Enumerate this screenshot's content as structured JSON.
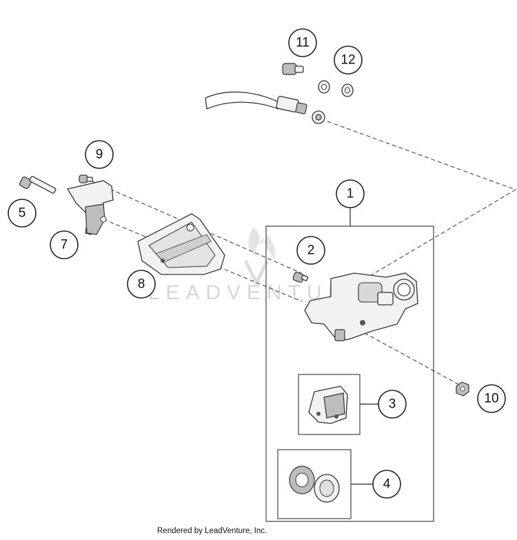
{
  "diagram": {
    "callouts": [
      {
        "id": "callout-1",
        "label": "1"
      },
      {
        "id": "callout-2",
        "label": "2"
      },
      {
        "id": "callout-3",
        "label": "3"
      },
      {
        "id": "callout-4",
        "label": "4"
      },
      {
        "id": "callout-5",
        "label": "5"
      },
      {
        "id": "callout-7",
        "label": "7"
      },
      {
        "id": "callout-8",
        "label": "8"
      },
      {
        "id": "callout-9",
        "label": "9"
      },
      {
        "id": "callout-10",
        "label": "10"
      },
      {
        "id": "callout-11",
        "label": "11"
      },
      {
        "id": "callout-12",
        "label": "12"
      }
    ],
    "watermark": "LEADVENTURE",
    "footer": "Rendered by LeadVenture, Inc."
  }
}
